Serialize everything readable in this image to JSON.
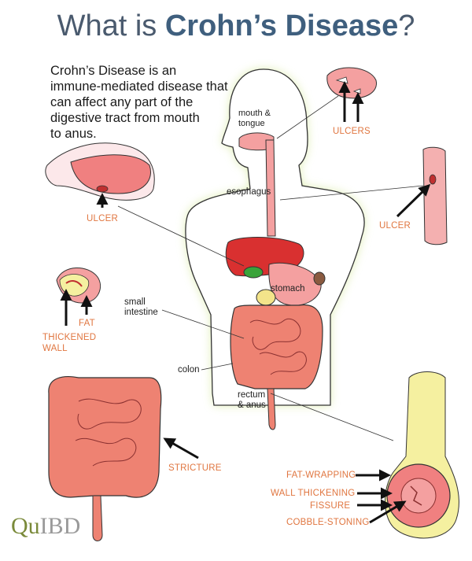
{
  "title": {
    "prefix": "What is ",
    "emphasis": "Crohn’s Disease",
    "suffix": "?"
  },
  "intro_lines": [
    "Crohn’s Disease is an",
    "immune-mediated disease that",
    "can affect any part of the",
    "digestive tract from mouth",
    "to anus."
  ],
  "anatomy_labels": {
    "mouth_line1": "mouth &",
    "mouth_line2": "tongue",
    "esophagus": "esophagus",
    "stomach": "stomach",
    "small_intestine_line1": "small",
    "small_intestine_line2": "intestine",
    "colon": "colon",
    "rectum_line1": "rectum",
    "rectum_line2": "& anus"
  },
  "condition_labels": {
    "ulcers": "ULCERS",
    "ulcer_stomach": "ULCER",
    "ulcer_esophagus": "ULCER",
    "fat": "FAT",
    "thickened_line1": "THICKENED",
    "thickened_line2": "WALL",
    "stricture": "STRICTURE",
    "fat_wrapping": "FAT-WRAPPING",
    "wall_thickening": "WALL THICKENING",
    "fissure": "FISSURE",
    "cobble_stoning": "COBBLE-STONING"
  },
  "logo": {
    "q": "Qu",
    "ibd": "IBD"
  },
  "colors": {
    "title": "#3f5f7e",
    "label_orange": "#e07640",
    "tissue_pink": "#f08080",
    "organ_red": "#e03a3a",
    "intestine": "#ee8272",
    "glow": "#e2f0b8",
    "fat_yellow": "#f5f0a0"
  }
}
